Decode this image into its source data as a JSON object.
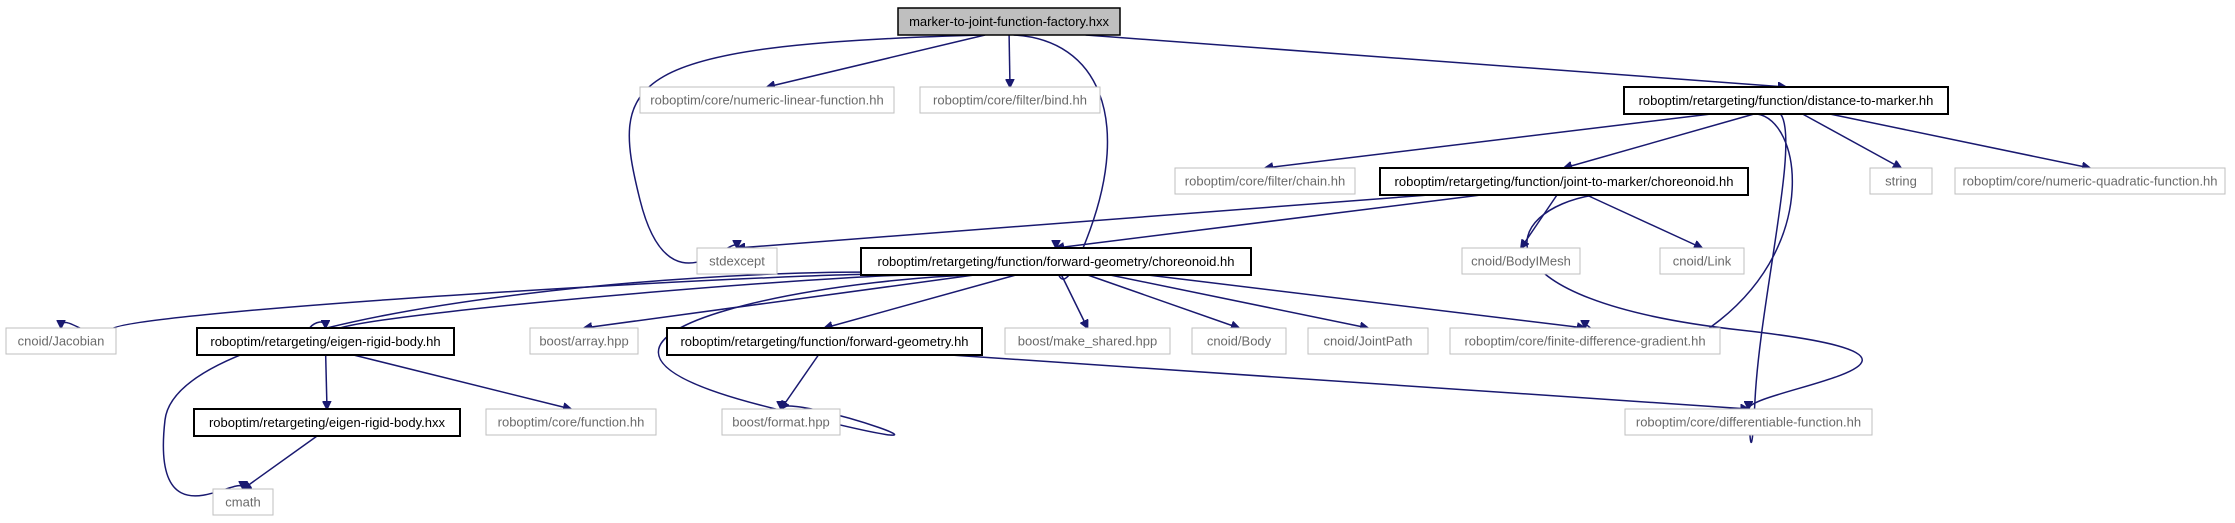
{
  "root": "marker-to-joint-function-factory.hxx",
  "nodes": {
    "root": "marker-to-joint-function-factory.hxx",
    "stdexcept": "stdexcept",
    "nlf": "roboptim/core/numeric-linear-function.hh",
    "bind": "roboptim/core/filter/bind.hh",
    "dtm": "roboptim/retargeting/function/distance-to-marker.hh",
    "chain": "roboptim/core/filter/chain.hh",
    "jtm": "roboptim/retargeting/function/joint-to-marker/choreonoid.hh",
    "string": "string",
    "nqf": "roboptim/core/numeric-quadratic-function.hh",
    "fgc": "roboptim/retargeting/function/forward-geometry/choreonoid.hh",
    "bodymesh": "cnoid/BodyIMesh",
    "link": "cnoid/Link",
    "jacobian": "cnoid/Jacobian",
    "erb": "roboptim/retargeting/eigen-rigid-body.hh",
    "array": "boost/array.hpp",
    "fg": "roboptim/retargeting/function/forward-geometry.hh",
    "make_shared": "boost/make_shared.hpp",
    "body": "cnoid/Body",
    "jointpath": "cnoid/JointPath",
    "fdg": "roboptim/core/finite-difference-gradient.hh",
    "erbx": "roboptim/retargeting/eigen-rigid-body.hxx",
    "function": "roboptim/core/function.hh",
    "format": "boost/format.hpp",
    "diff": "roboptim/core/differentiable-function.hh",
    "cmath": "cmath"
  },
  "edges": [
    [
      "root",
      "stdexcept"
    ],
    [
      "root",
      "nlf"
    ],
    [
      "root",
      "bind"
    ],
    [
      "root",
      "fgc"
    ],
    [
      "root",
      "dtm"
    ],
    [
      "dtm",
      "chain"
    ],
    [
      "dtm",
      "jtm"
    ],
    [
      "dtm",
      "string"
    ],
    [
      "dtm",
      "nqf"
    ],
    [
      "dtm",
      "fdg"
    ],
    [
      "dtm",
      "diff"
    ],
    [
      "jtm",
      "stdexcept"
    ],
    [
      "jtm",
      "fgc"
    ],
    [
      "jtm",
      "bodymesh"
    ],
    [
      "jtm",
      "link"
    ],
    [
      "jtm",
      "diff"
    ],
    [
      "fgc",
      "jacobian"
    ],
    [
      "fgc",
      "erb"
    ],
    [
      "fgc",
      "array"
    ],
    [
      "fgc",
      "fg"
    ],
    [
      "fgc",
      "make_shared"
    ],
    [
      "fgc",
      "body"
    ],
    [
      "fgc",
      "jointpath"
    ],
    [
      "fgc",
      "fdg"
    ],
    [
      "fgc",
      "format"
    ],
    [
      "fgc",
      "cmath"
    ],
    [
      "erb",
      "erbx"
    ],
    [
      "erb",
      "function"
    ],
    [
      "erbx",
      "cmath"
    ],
    [
      "fg",
      "format"
    ],
    [
      "fg",
      "diff"
    ]
  ],
  "colors": {
    "edge": "#191970",
    "root_fill": "#bfbfbf",
    "gray_border": "#bfbfbf"
  }
}
